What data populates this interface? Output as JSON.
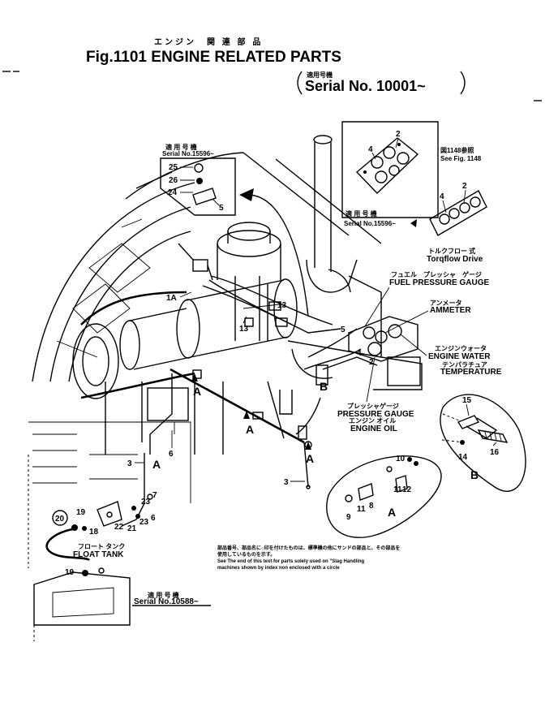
{
  "header": {
    "jp_title": "エンジン　関 連 部 品",
    "fig_title": "Fig.1101 ENGINE RELATED PARTS",
    "serial_jp": "適用号機",
    "serial": "Serial No. 10001~"
  },
  "callouts": {
    "top_left_box": {
      "serial_jp": "適 用 号 機",
      "serial": "Serial No.15596~",
      "parts": [
        "25",
        "26",
        "24",
        "5"
      ]
    },
    "top_right_box": {
      "ref_jp": "図1148参照",
      "ref": "See Fig. 1148",
      "parts": [
        "4",
        "2"
      ],
      "serial_jp": "適 用 号 機",
      "serial": "Serial No.15596~"
    },
    "top_right_loose": {
      "parts": [
        "4",
        "2"
      ]
    }
  },
  "labels": {
    "torqflow_jp": "トルクフロー 式",
    "torqflow": "Torqflow Drive",
    "fuel_jp": "フュエル　プレッシャ　ゲージ",
    "fuel": "FUEL PRESSURE GAUGE",
    "ammeter_jp": "アンメータ",
    "ammeter": "AMMETER",
    "water_jp": "エンジンウォータ",
    "water": "ENGINE WATER",
    "temp_jp": "テンパラチュア",
    "temp": "TEMPERATURE",
    "pressure_jp": "プレッシャゲージ",
    "pressure": "PRESSURE GAUGE",
    "oil_jp": "エンジン オイル",
    "oil": "ENGINE OIL",
    "float_jp": "フロート タンク",
    "float": "FLOAT TANK"
  },
  "part_numbers": {
    "p1a": "1A",
    "p13a": "13",
    "p13b": "13",
    "p5": "5",
    "p4": "4",
    "p2": "2",
    "p6": "6",
    "p3a": "3",
    "p3b": "3",
    "p7": "7",
    "p19a": "19",
    "p20": "20",
    "p18": "18",
    "p22": "22",
    "p21": "21",
    "p23": "23",
    "p6b": "6",
    "p19b": "19",
    "p15": "15",
    "p14": "14",
    "p16": "16",
    "p10": "10",
    "p12": "12",
    "p8": "8",
    "p11": "11",
    "p9": "9"
  },
  "view_refs": {
    "a1": "A",
    "a2": "A",
    "a3": "A",
    "a4": "A",
    "b1": "B",
    "b2": "B",
    "detail_a": "A"
  },
  "notes": {
    "note_jp1": "部品番号、部品名に○印を付けたものは、標準機の他にサンドの部品と、その部品を",
    "note_jp2": "使用しているものを示す。",
    "note_en1": "See The end of this text for parts solely used on \"Slag Handling",
    "note_en2": "machines shown by index non enclosed with a circle",
    "bottom_serial_jp": "適 用 号 機",
    "bottom_serial": "Serial No.10588~"
  }
}
